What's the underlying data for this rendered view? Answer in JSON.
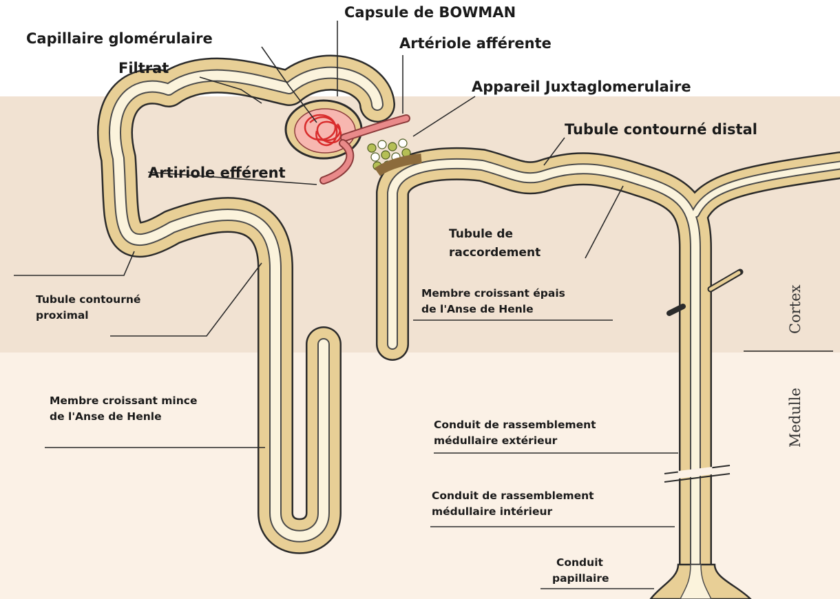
{
  "colors": {
    "cortex_band": "#f1e2d2",
    "medulla_band": "#fbf1e6",
    "tube_outline": "#2b2b2b",
    "tube_wall": "#e8cf96",
    "tube_lumen": "#fbf3dc",
    "capillary": "#d92c2c",
    "arteriole": "#e98a8a",
    "juxta_cells": "#b5bf55",
    "macula_densa": "#8c6b3b"
  },
  "labels": {
    "capsule": "Capsule de BOWMAN",
    "capillaire": "Capillaire glomérulaire",
    "afferente": "Artériole afférente",
    "filtrat": "Filtrat",
    "juxta": "Appareil Juxtaglomerulaire",
    "distal": "Tubule contourné distal",
    "efferent": "Artiriole efférent",
    "raccord_1": "Tubule de",
    "raccord_2": "raccordement",
    "proximal_1": "Tubule contourné",
    "proximal_2": "proximal",
    "epais_1": "Membre croissant épais",
    "epais_2": "de l'Anse de Henle",
    "mince_1": "Membre croissant mince",
    "mince_2": "de l'Anse de Henle",
    "ext_1": "Conduit de rassemblement",
    "ext_2": "médullaire extérieur",
    "int_1": "Conduit de rassemblement",
    "int_2": "médullaire intérieur",
    "papillaire_1": "Conduit",
    "papillaire_2": "papillaire"
  },
  "zones": {
    "cortex": "Cortex",
    "medulla": "Medulle"
  }
}
